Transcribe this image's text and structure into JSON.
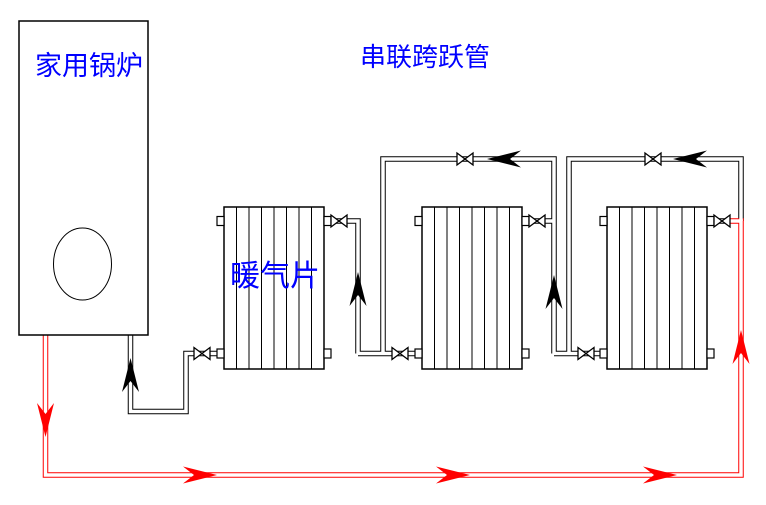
{
  "title": "串联跨跃管",
  "boiler": {
    "label": "家用锅炉"
  },
  "radiators": {
    "label": "暖气片",
    "count": 3
  },
  "valves": {
    "count": 8
  },
  "colors": {
    "line": "#000000",
    "flow": "#ff0000",
    "label": "#0000ff",
    "background": "#ffffff"
  }
}
